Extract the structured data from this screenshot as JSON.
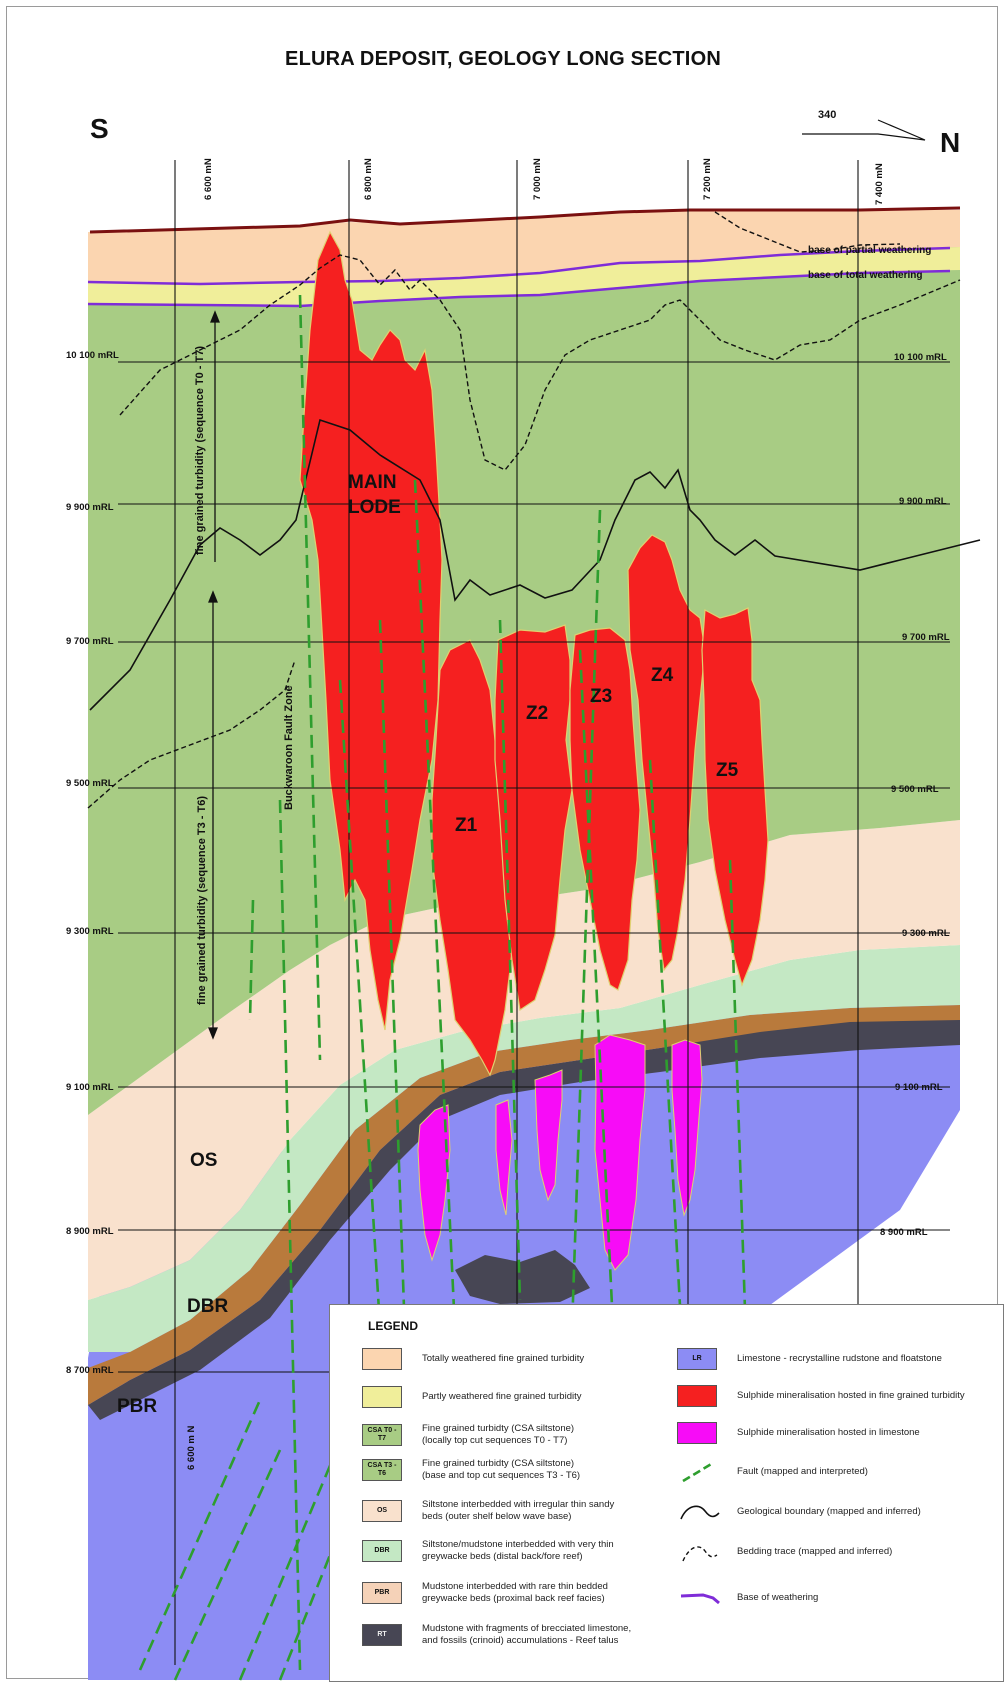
{
  "title": "ELURA DEPOSIT, GEOLOGY LONG SECTION",
  "compass": {
    "south": "S",
    "north": "N",
    "bearing": "340"
  },
  "eastings": [
    "6 600 mN",
    "6 800 mN",
    "7 000 mN",
    "7 200 mN",
    "7 400 mN"
  ],
  "rl_left": [
    "10 100 mRL",
    "9 900 mRL",
    "9 700 mRL",
    "9 500 mRL",
    "9 300 mRL",
    "9 100 mRL",
    "8 900 mRL",
    "8 700 mRL"
  ],
  "rl_right": [
    "10 100 mRL",
    "9 900 mRL",
    "9 700 mRL",
    "9 500 mRL",
    "9 300 mRL",
    "9 100 mRL",
    "8 900 mRL"
  ],
  "bottom_easting": "6 600 m N",
  "weathering_labels": {
    "partial": "base of partial weathering",
    "total": "base of total weathering"
  },
  "sequence_labels": {
    "upper": "fine grained turbidity (sequence T0 - T7)",
    "lower": "fine grained turbidity (sequence T3 - T6)"
  },
  "fault_zone_label": "Buckwaroon Fault Zone",
  "ore_bodies": {
    "main_line1": "MAIN",
    "main_line2": "LODE",
    "z1": "Z1",
    "z2": "Z2",
    "z3": "Z3",
    "z4": "Z4",
    "z5": "Z5"
  },
  "unit_labels": {
    "os": "OS",
    "dbr": "DBR",
    "pbr": "PBR"
  },
  "colors": {
    "weathered": "#fbd5b0",
    "partly": "#f0ee9a",
    "csa": "#a8cc84",
    "os": "#f9e1cd",
    "dbr": "#c4e8c4",
    "pbr": "#b97a3c",
    "rt": "#474654",
    "limestone": "#8c8cf4",
    "sulphide": "#f52020",
    "sulphide_lime": "#f70cf7",
    "fault": "#2e9e2e",
    "weathering_base": "#7f2cd8",
    "surface": "#7a1010"
  },
  "legend": {
    "title": "LEGEND",
    "left": [
      {
        "code": "",
        "text1": "Totally weathered fine grained turbidity",
        "text2": ""
      },
      {
        "code": "",
        "text1": "Partly weathered fine grained turbidity",
        "text2": ""
      },
      {
        "code": "CSA T0 - T7",
        "text1": "Fine grained turbidty (CSA siltstone)",
        "text2": "(locally top cut sequences T0 - T7)"
      },
      {
        "code": "CSA T3 - T6",
        "text1": "Fine grained turbidty (CSA siltstone)",
        "text2": "(base and top cut sequences T3 - T6)"
      },
      {
        "code": "OS",
        "text1": "Siltstone interbedded with irregular thin sandy",
        "text2": "beds (outer shelf below wave base)"
      },
      {
        "code": "DBR",
        "text1": "Siltstone/mudstone interbedded with very thin",
        "text2": "greywacke beds (distal back/fore reef)"
      },
      {
        "code": "PBR",
        "text1": "Mudstone interbedded with rare thin bedded",
        "text2": "greywacke beds (proximal back reef facies)"
      },
      {
        "code": "RT",
        "text1": "Mudstone with fragments of brecciated limestone,",
        "text2": "and fossils (crinoid) accumulations - Reef talus"
      }
    ],
    "right": [
      {
        "code": "LR",
        "text": "Limestone - recrystalline rudstone and floatstone"
      },
      {
        "code": "",
        "text": "Sulphide mineralisation hosted in fine grained turbidity"
      },
      {
        "code": "",
        "text": "Sulphide mineralisation hosted in limestone"
      },
      {
        "code": "",
        "text": "Fault  (mapped and interpreted)"
      },
      {
        "code": "",
        "text": "Geological boundary  (mapped and inferred)"
      },
      {
        "code": "",
        "text": "Bedding trace  (mapped and inferred)"
      },
      {
        "code": "",
        "text": "Base of weathering"
      }
    ]
  }
}
